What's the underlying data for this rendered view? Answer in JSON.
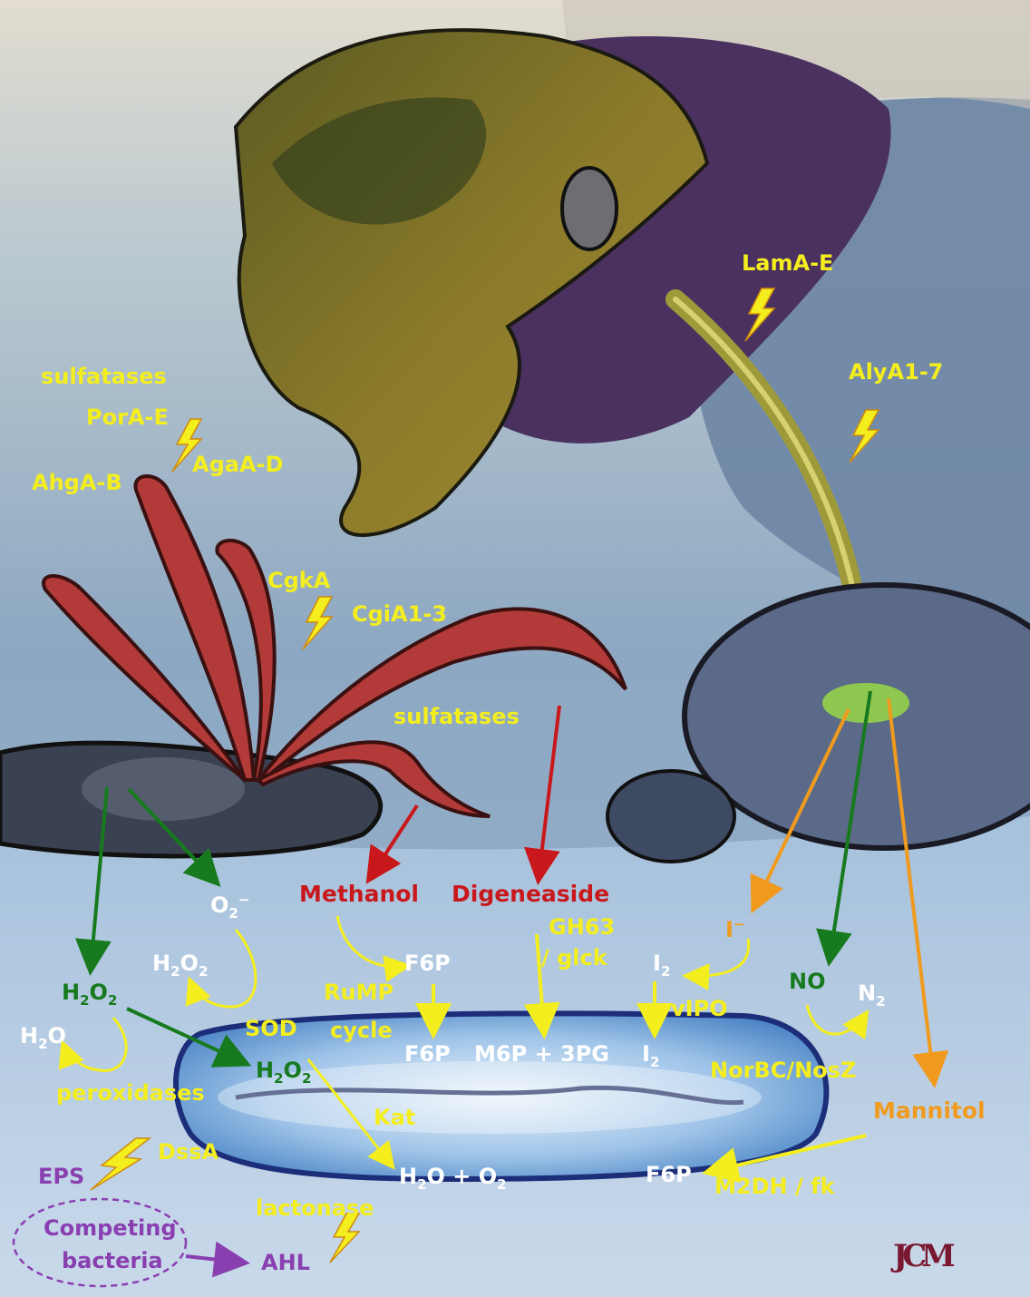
{
  "labels": {
    "sulfatases_top": "sulfatases",
    "porA": "PorA-E",
    "agaA": "AgaA-D",
    "ahgA": "AhgA-B",
    "cgkA": "CgkA",
    "cgiA": "CgiA1-3",
    "sulfatases_mid": "sulfatases",
    "lamA": "LamA-E",
    "alyA": "AlyA1-7",
    "methanol": "Methanol",
    "digeneaside": "Digeneaside",
    "gh63": "GH63",
    "glck": "/ glck",
    "f6p_1": "F6P",
    "rump": "RuMP",
    "cycle": "cycle",
    "f6p_2": "F6P",
    "m6p": "M6P + 3PG",
    "iodide": "I",
    "iodide_sup": "−",
    "iodine_1": "I",
    "iodine_1_sub": "2",
    "vipo": "vIPO",
    "iodine_2": "I",
    "iodine_2_sub": "2",
    "no": "NO",
    "n2": "N",
    "n2_sub": "2",
    "norbc": "NorBC/NosZ",
    "mannitol": "Mannitol",
    "f6p_3": "F6P",
    "m2dh": "M2DH / fk",
    "superoxide": "O",
    "superoxide_sub": "2",
    "superoxide_sup": "−",
    "h2o2_white": "H",
    "h2o2_white_sub1": "2",
    "h2o2_white_mid": "O",
    "h2o2_white_sub2": "2",
    "sod": "SOD",
    "h2o2_green_1": "H",
    "h2o2_green_1_sub1": "2",
    "h2o2_green_1_mid": "O",
    "h2o2_green_1_sub2": "2",
    "h2o": "H",
    "h2o_sub": "2",
    "h2o_end": "O",
    "peroxidases": "peroxidases",
    "h2o2_green_2": "H",
    "h2o2_green_2_sub1": "2",
    "h2o2_green_2_mid": "O",
    "h2o2_green_2_sub2": "2",
    "kat": "Kat",
    "h2o_o2": "H",
    "h2o_o2_sub": "2",
    "h2o_o2_end": "O + O",
    "h2o_o2_sub2": "2",
    "eps": "EPS",
    "dssa": "DssA",
    "competing_1": "Competing",
    "competing_2": "bacteria",
    "lactonase": "lactonase",
    "ahl": "AHL",
    "signature": "JCM"
  },
  "colors": {
    "yellow": "#f4ee1e",
    "white": "#ffffff",
    "red": "#c8181c",
    "green": "#177a1e",
    "orange": "#f09a1e",
    "purple": "#8a3fb0"
  }
}
